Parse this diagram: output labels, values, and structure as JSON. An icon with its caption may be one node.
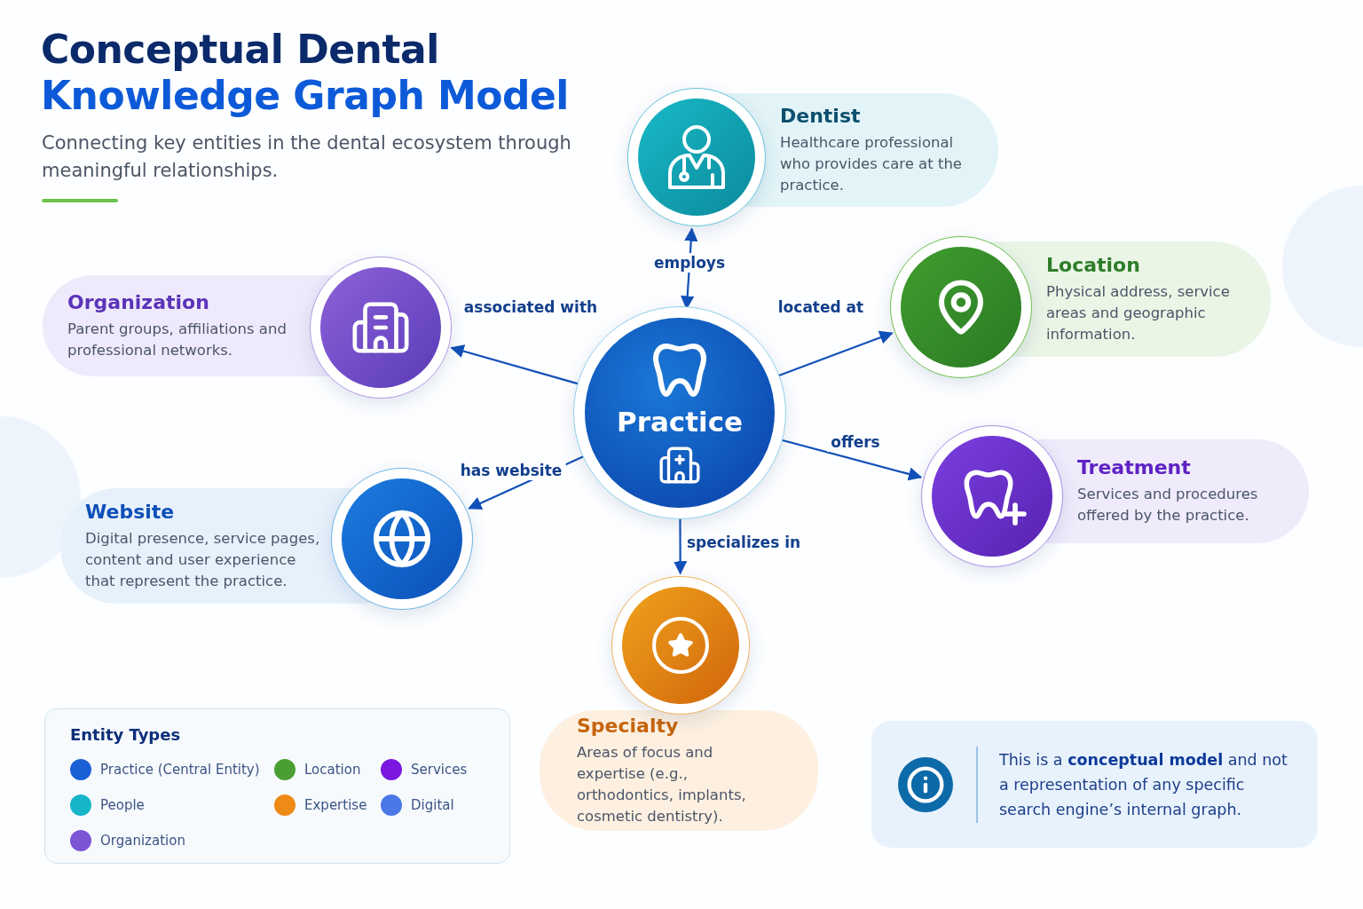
{
  "diagram": {
    "title": "Conceptual Dental Knowledge Graph Model",
    "nodes": [
      {
        "text": [
          "Practice"
        ]
      },
      {
        "text": [
          "Dentist",
          "Healthcare professional who provides care at the practice."
        ]
      },
      {
        "text": [
          "Organization",
          "Parent groups, affiliations and professional networks."
        ]
      },
      {
        "text": [
          "Location",
          "Physical address, service areas and geographic information."
        ]
      },
      {
        "text": [
          "Website",
          "Digital presence, service pages, content and user experience that represent the practice."
        ]
      },
      {
        "text": [
          "Treatment",
          "Services and procedures offered by the practice."
        ]
      },
      {
        "text": [
          "Specialty",
          "Areas of focus and expertise (e.g., orthodontics, implants, cosmetic dentistry)."
        ]
      },
      {
        "text": [
          "This is a **conceptual model** and not a representation of any specific search engine’s internal graph."
        ]
      }
    ],
    "edges": [
      {
        "from": 0,
        "to": 1,
        "arrow": "both",
        "label": "employs"
      },
      {
        "from": 0,
        "to": 2,
        "arrow": "to",
        "label": "associated with"
      },
      {
        "from": 0,
        "to": 3,
        "arrow": "to",
        "label": "located at"
      },
      {
        "from": 0,
        "to": 4,
        "arrow": "to",
        "label": "has website"
      },
      {
        "from": 0,
        "to": 5,
        "arrow": "to",
        "label": "offers"
      },
      {
        "from": 0,
        "to": 6,
        "arrow": "to",
        "label": "specializes in"
      }
    ],
    "labels": [
      "Connecting key entities in the dental ecosystem through meaningful relationships.",
      "Entity Types"
    ],
    "legend": [
      {
        "text": "Practice (Central Entity)",
        "color": "#1a5fd6"
      },
      {
        "text": "Location",
        "color": "#4a9e32"
      },
      {
        "text": "Services",
        "color": "#7a18e0"
      },
      {
        "text": "People",
        "color": "#16b5c9"
      },
      {
        "text": "Expertise",
        "color": "#ee8a16"
      },
      {
        "text": "Digital",
        "color": "#4a78e6"
      },
      {
        "text": "Organization",
        "color": "#7a55d6"
      }
    ]
  }
}
